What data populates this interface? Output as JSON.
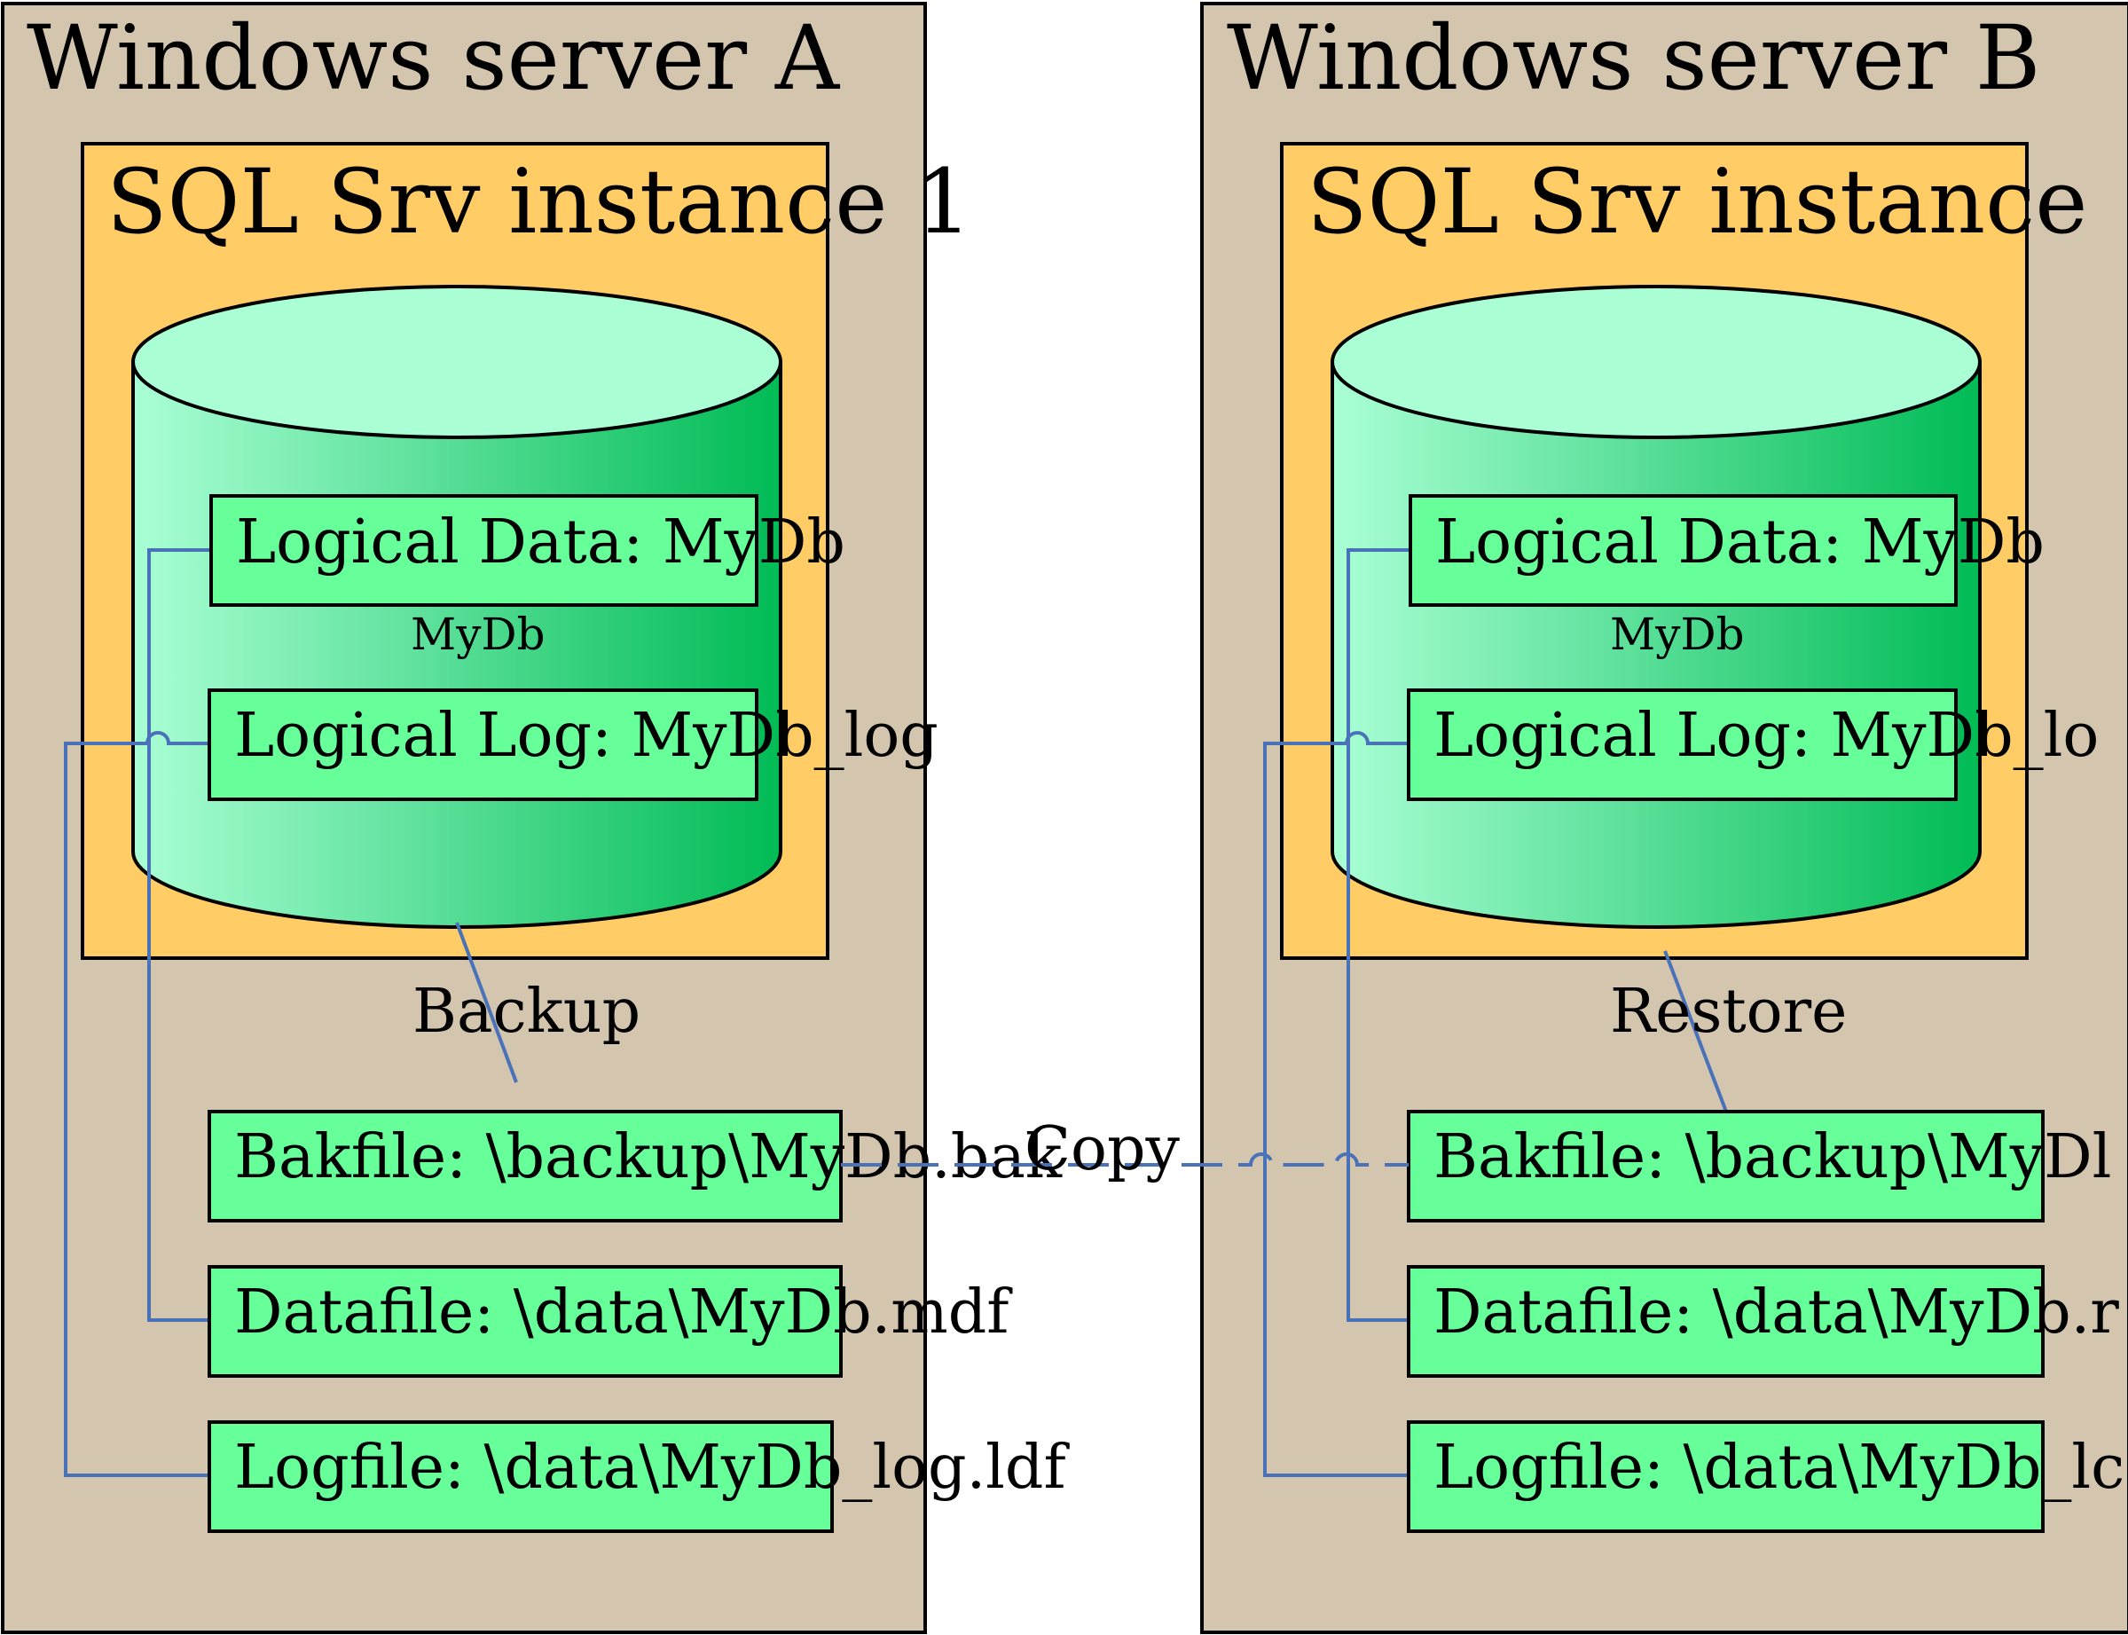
{
  "colors": {
    "server_fill": "#d3c5ae",
    "instance_fill": "#ffcc66",
    "box_fill": "#66ff99",
    "cyl_light": "#aaffd5",
    "cyl_dark": "#00bb55",
    "cyl_top": "#aaffd5",
    "connector": "#4a72b8",
    "stroke": "#000000"
  },
  "server_a": {
    "title": "Windows server A",
    "instance_title": "SQL Srv instance 1",
    "db_label": "MyDb",
    "logical_data": "Logical Data: MyDb",
    "logical_log": "Logical Log: MyDb_log",
    "action": "Backup",
    "bakfile": "Bakfile: \\backup\\MyDb.bak",
    "datafile": "Datafile: \\data\\MyDb.mdf",
    "logfile": "Logfile: \\data\\MyDb_log.ldf"
  },
  "copy_label": "Copy",
  "server_b": {
    "title": "Windows server B",
    "instance_title": "SQL Srv instance",
    "db_label": "MyDb",
    "logical_data": "Logical Data: MyDb",
    "logical_log": "Logical Log: MyDb_lo",
    "action": "Restore",
    "bakfile": "Bakfile: \\backup\\MyDl",
    "datafile": "Datafile: \\data\\MyDb.r",
    "logfile": "Logfile: \\data\\MyDb_lc"
  }
}
